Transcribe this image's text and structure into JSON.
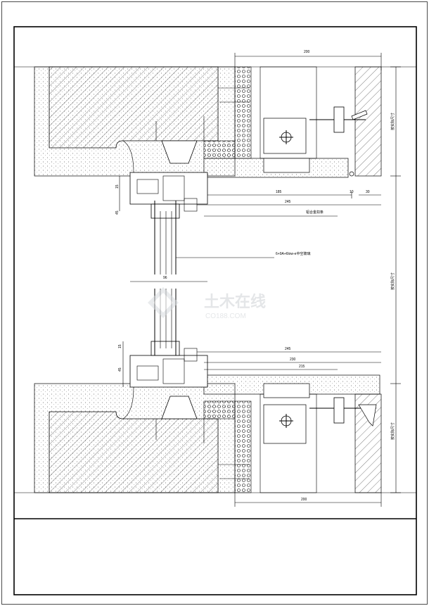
{
  "drawing": {
    "top_dims": {
      "width_top": "200",
      "d185": "185",
      "d245_top": "245",
      "d10": "10",
      "d30": "30"
    },
    "top_labels": {
      "aluminum_profile": "铝合金扣条",
      "glass_spec": "6+9A+6low-e中空玻璃"
    },
    "mid_dims": {
      "d96": "96",
      "d245_bottom": "245",
      "d230": "230",
      "d215": "215"
    },
    "bottom_dims": {
      "width_bottom": "200"
    },
    "vertical_labels": {
      "right_top": "按实际尺寸",
      "right_mid": "按实际尺寸",
      "right_bottom": "按实际尺寸"
    },
    "small_dims": {
      "s15a": "15",
      "s45a": "45",
      "s15b": "15",
      "s45b": "45"
    },
    "watermark": {
      "title": "土木在线",
      "url": "CO188.COM"
    }
  }
}
